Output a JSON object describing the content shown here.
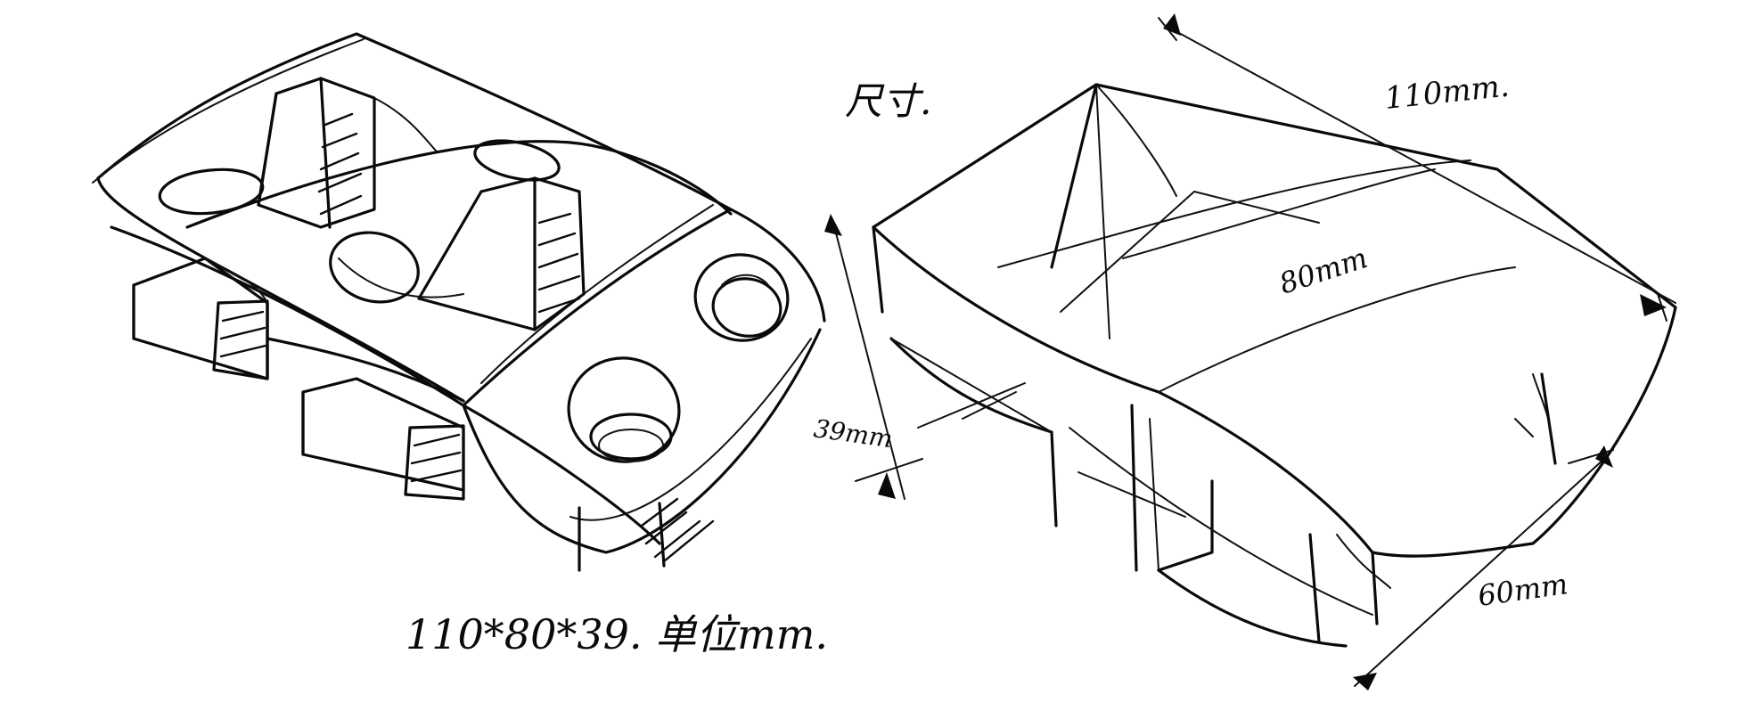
{
  "labels": {
    "overall_size": "110*80*39. 单位mm.",
    "title_size": "尺寸.",
    "length": "110mm.",
    "width": "80mm",
    "height": "39mm",
    "depth": "60mm"
  }
}
